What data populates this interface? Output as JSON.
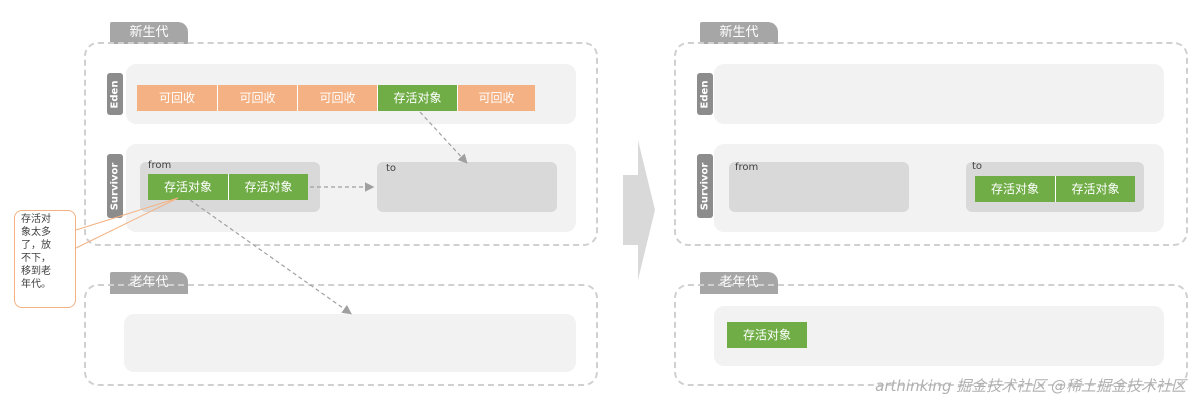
{
  "left": {
    "young_gen_label": "新生代",
    "eden_label": "Eden",
    "survivor_label": "Survivor",
    "eden_cells": [
      "可回收",
      "可回收",
      "可回收",
      "存活对象",
      "可回收"
    ],
    "from_label": "from",
    "to_label": "to",
    "from_cells": [
      "存活对象",
      "存活对象"
    ],
    "old_gen_label": "老年代",
    "callout_text": "存活对\n象太多\n了，放\n不下，\n移到老\n年代。"
  },
  "right": {
    "young_gen_label": "新生代",
    "eden_label": "Eden",
    "survivor_label": "Survivor",
    "from_label": "from",
    "to_label": "to",
    "to_cells": [
      "存活对象",
      "存活对象"
    ],
    "old_gen_label": "老年代",
    "old_cell": "存活对象"
  },
  "watermark": "arthinking 掘金技术社区 @稀土掘金技术社区",
  "colors": {
    "reclaimable": "#f4b183",
    "alive": "#70ad47",
    "tab": "#a6a6a6"
  }
}
